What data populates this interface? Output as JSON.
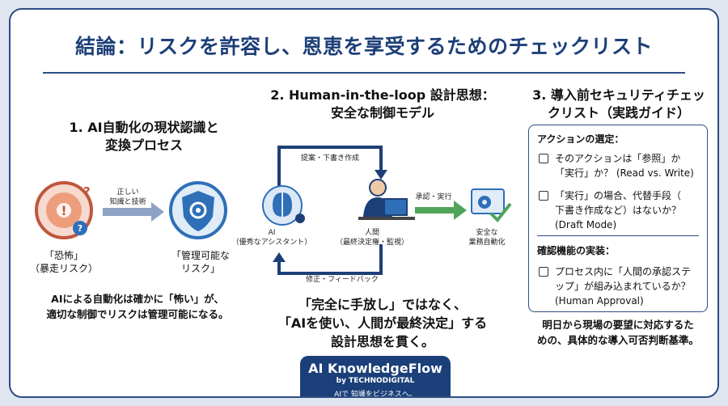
{
  "title": "結論：リスクを許容し、恩恵を享受するためのチェックリスト",
  "section1": {
    "title_line1": "1. AI自動化の現状認識と",
    "title_line2": "変換プロセス",
    "arrow_label_line1": "正しい",
    "arrow_label_line2": "知識と技術",
    "left_label_line1": "「恐怖」",
    "left_label_line2": "（暴走リスク）",
    "right_label_line1": "「管理可能な",
    "right_label_line2": "リスク」",
    "summary_line1": "AIによる自動化は確かに「怖い」が、",
    "summary_line2": "適切な制御でリスクは管理可能になる。"
  },
  "section2": {
    "title_line1": "2. Human-in-the-loop 設計思想：",
    "title_line2": "安全な制御モデル",
    "top_arrow_label": "提案・下書き作成",
    "bottom_arrow_label": "修正・フィードバック",
    "approve_label": "承認・実行",
    "ai_label_line1": "AI",
    "ai_label_line2": "（優秀なアシスタント）",
    "human_label_line1": "人間",
    "human_label_line2": "（最終決定権・監視）",
    "auto_label_line1": "安全な",
    "auto_label_line2": "業務自動化",
    "summary_line1": "「完全に手放し」ではなく、",
    "summary_line2": "「AIを使い、人間が最終決定」する",
    "summary_line3": "設計思想を貫く。"
  },
  "section3": {
    "title_line1": "3. 導入前セキュリティチェッ",
    "title_line2": "クリスト（実践ガイド）",
    "category1": "アクションの選定：",
    "item1_line1": "そのアクションは「参照」か",
    "item1_line2": "「実行」か？ (Read vs. Write)",
    "item2_line1": "「実行」の場合、代替手段（",
    "item2_line2": "下書き作成など）はないか？",
    "item2_line3": "(Draft Mode)",
    "category2": "確認機能の実装：",
    "item3_line1": "プロセス内に「人間の承認ステ",
    "item3_line2": "ップ」が組み込まれているか？",
    "item3_line3": "(Human Approval)",
    "summary_line1": "明日から現場の要望に対応するた",
    "summary_line2": "めの、具体的な導入可否判断基準。"
  },
  "footer": {
    "brand": "AI KnowledgeFlow",
    "by": "by TECHNODIGITAL",
    "tagline": "AIで 知識をビジネスへ。"
  },
  "colors": {
    "navy": "#1d3f78",
    "fear_red": "#c0563d",
    "shield_blue": "#2e6fb8",
    "approve_green": "#4fa45a"
  }
}
